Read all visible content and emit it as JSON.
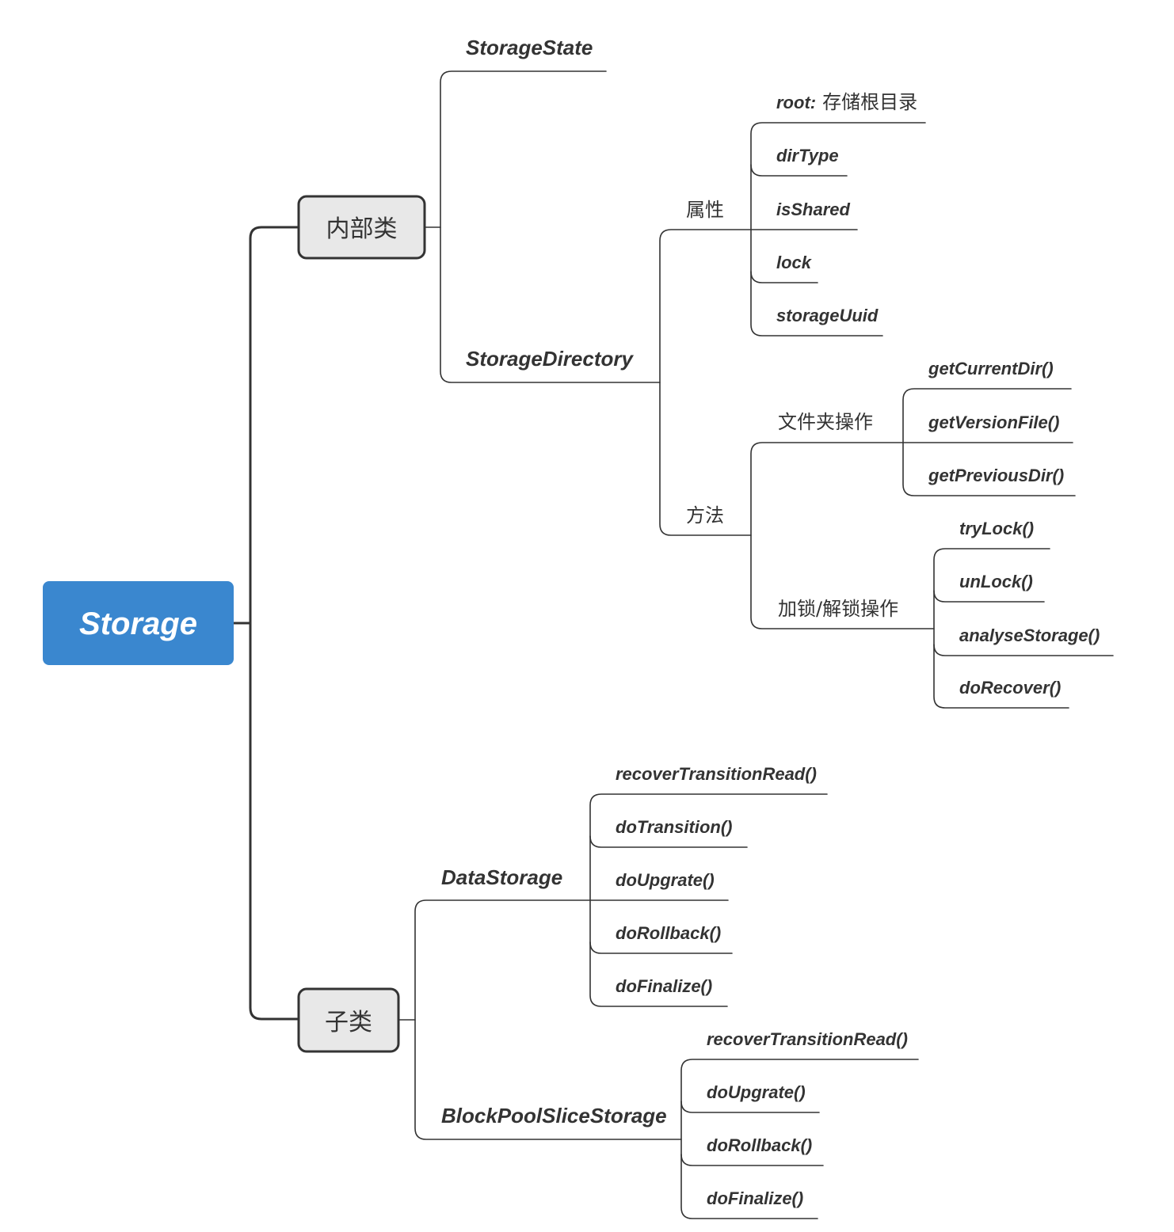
{
  "diagram": {
    "root": {
      "label": "Storage"
    },
    "inner_classes": {
      "label": "内部类",
      "storage_state": {
        "label": "StorageState"
      },
      "storage_directory": {
        "label": "StorageDirectory",
        "attributes": {
          "label": "属性",
          "items": [
            {
              "name": "root:",
              "note": "存储根目录"
            },
            {
              "name": "dirType"
            },
            {
              "name": "isShared"
            },
            {
              "name": "lock"
            },
            {
              "name": "storageUuid"
            }
          ]
        },
        "methods": {
          "label": "方法",
          "folder_ops": {
            "label": "文件夹操作",
            "items": [
              "getCurrentDir()",
              "getVersionFile()",
              "getPreviousDir()"
            ]
          },
          "lock_ops": {
            "label": "加锁/解锁操作",
            "items": [
              "tryLock()",
              "unLock()",
              "analyseStorage()",
              "doRecover()"
            ]
          }
        }
      }
    },
    "subclasses": {
      "label": "子类",
      "data_storage": {
        "label": "DataStorage",
        "items": [
          "recoverTransitionRead()",
          "doTransition()",
          "doUpgrate()",
          "doRollback()",
          "doFinalize()"
        ]
      },
      "block_pool_slice_storage": {
        "label": "BlockPoolSliceStorage",
        "items": [
          "recoverTransitionRead()",
          "doUpgrate()",
          "doRollback()",
          "doFinalize()"
        ]
      }
    }
  },
  "colors": {
    "root_fill": "#3a87cf",
    "root_text": "#ffffff",
    "topic_fill": "#e8e8e8",
    "topic_border": "#333333",
    "line": "#333333",
    "text": "#333333"
  }
}
